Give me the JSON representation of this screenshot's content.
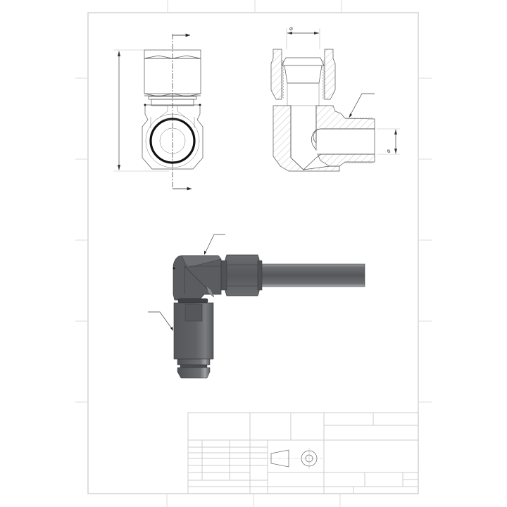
{
  "drawing": {
    "type": "engineering drawing sheet",
    "subject": "elbow tube fitting (male elbow with compression nut)",
    "views": [
      {
        "id": "front",
        "label": "Front view with section line A-A"
      },
      {
        "id": "section",
        "label": "Section view A-A"
      },
      {
        "id": "iso",
        "label": "Shaded 3D view"
      }
    ],
    "dimensions": {
      "section_bore_symbol": "⌀",
      "section_thread_symbol": "⌀"
    },
    "title_block": {
      "projection_symbol": "first-angle-projection",
      "cells": []
    },
    "colors": {
      "frame": "#cfcfcf",
      "line": "#555555",
      "shaded_body": "#5a5c5f",
      "shaded_highlight": "#8a8c8f",
      "tube": "#5c5e61"
    },
    "zones": {
      "top_ticks_x": [
        238,
        362,
        485
      ],
      "side_ticks_y": [
        111,
        226,
        341,
        456,
        571
      ]
    }
  }
}
